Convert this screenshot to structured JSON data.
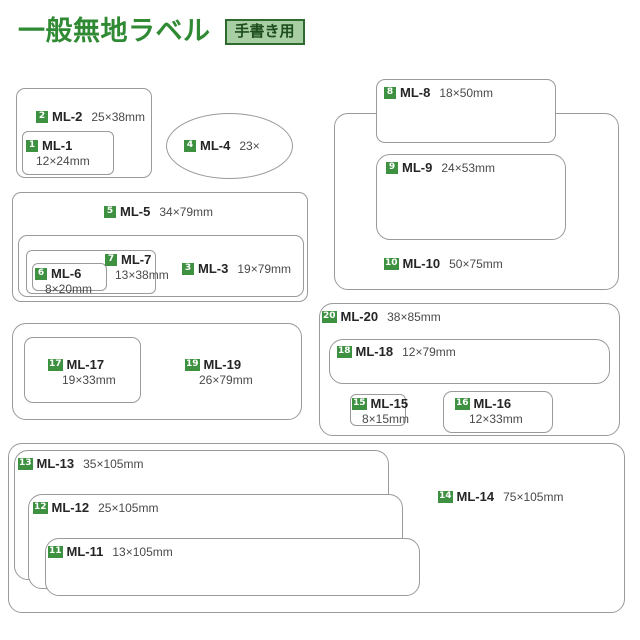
{
  "header": {
    "title": "一般無地ラベル",
    "subtitle_badge": "手書き用",
    "title_color": "#2f8a33",
    "badge_bg": "#a8cea3",
    "badge_border": "#2f6b2f"
  },
  "theme": {
    "page_bg": "#ffffff",
    "box_border": "#9a9a9a",
    "badge_bg": "#3f9142",
    "badge_fg": "#ffffff",
    "code_color": "#252525",
    "dim_color": "#4a4a4a"
  },
  "labels": [
    {
      "no": "1",
      "code": "ML-1",
      "dim": "12×24mm"
    },
    {
      "no": "2",
      "code": "ML-2",
      "dim": "25×38mm"
    },
    {
      "no": "3",
      "code": "ML-3",
      "dim": "19×79mm"
    },
    {
      "no": "4",
      "code": "ML-4",
      "dim": "23×"
    },
    {
      "no": "5",
      "code": "ML-5",
      "dim": "34×79mm"
    },
    {
      "no": "6",
      "code": "ML-6",
      "dim": "8×20mm"
    },
    {
      "no": "7",
      "code": "ML-7",
      "dim": "13×38mm"
    },
    {
      "no": "8",
      "code": "ML-8",
      "dim": "18×50mm"
    },
    {
      "no": "9",
      "code": "ML-9",
      "dim": "24×53mm"
    },
    {
      "no": "10",
      "code": "ML-10",
      "dim": "50×75mm"
    },
    {
      "no": "11",
      "code": "ML-11",
      "dim": "13×105mm"
    },
    {
      "no": "12",
      "code": "ML-12",
      "dim": "25×105mm"
    },
    {
      "no": "13",
      "code": "ML-13",
      "dim": "35×105mm"
    },
    {
      "no": "14",
      "code": "ML-14",
      "dim": "75×105mm"
    },
    {
      "no": "15",
      "code": "ML-15",
      "dim": "8×15mm"
    },
    {
      "no": "16",
      "code": "ML-16",
      "dim": "12×33mm"
    },
    {
      "no": "17",
      "code": "ML-17",
      "dim": "19×33mm"
    },
    {
      "no": "18",
      "code": "ML-18",
      "dim": "12×79mm"
    },
    {
      "no": "19",
      "code": "ML-19",
      "dim": "26×79mm"
    },
    {
      "no": "20",
      "code": "ML-20",
      "dim": "38×85mm"
    }
  ]
}
